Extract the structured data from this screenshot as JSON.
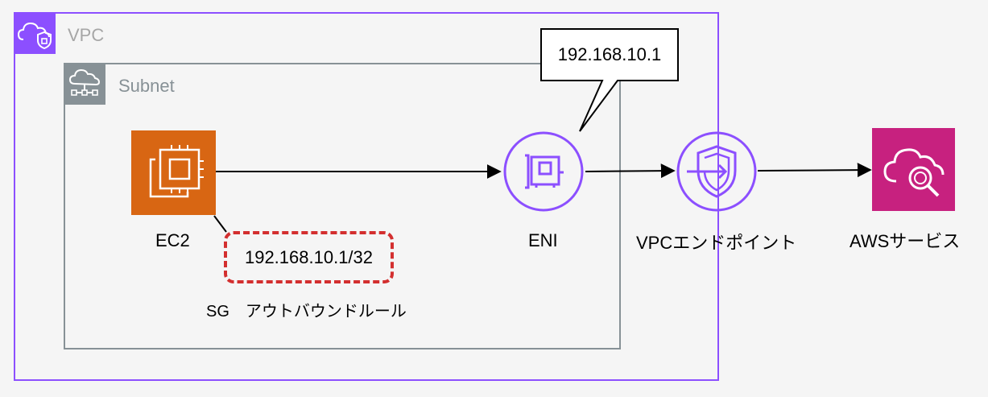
{
  "vpc": {
    "label": "VPC",
    "color": "#8c4fff",
    "icon": "vpc-cloud-shield-icon"
  },
  "subnet": {
    "label": "Subnet",
    "color": "#879196",
    "icon": "subnet-cloud-network-icon"
  },
  "ec2": {
    "label": "EC2",
    "color": "#d86613",
    "icon": "ec2-chip-icon"
  },
  "security_group": {
    "rule_value": "192.168.10.1/32",
    "caption": "SG　アウトバウンドルール",
    "color": "#d32f2f"
  },
  "eni": {
    "label": "ENI",
    "callout": "192.168.10.1",
    "color": "#8c4fff",
    "icon": "network-interface-icon"
  },
  "vpc_endpoint": {
    "label": "VPCエンドポイント",
    "color": "#8c4fff",
    "icon": "endpoint-shield-arrow-icon"
  },
  "aws_service": {
    "label": "AWSサービス",
    "color": "#c7217f",
    "icon": "cloud-search-icon"
  }
}
